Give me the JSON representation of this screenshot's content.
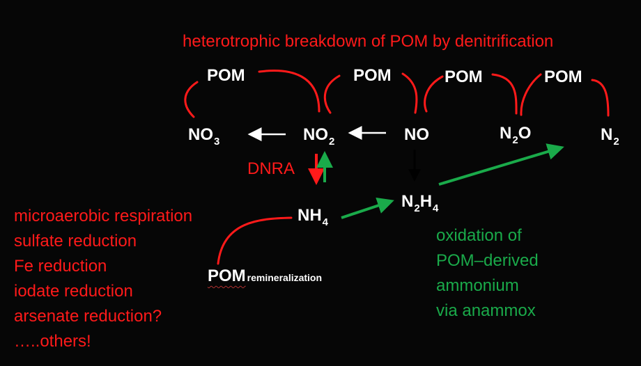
{
  "title": "heterotrophic breakdown of POM by denitrification",
  "pom": "POM",
  "nodes": {
    "no3": {
      "main": "NO",
      "sub": "3"
    },
    "no2": {
      "main": "NO",
      "sub": "2"
    },
    "no": {
      "main": "NO"
    },
    "n2o": {
      "pre": "N",
      "sub": "2",
      "post": "O"
    },
    "n2": {
      "main": "N",
      "sub": "2"
    },
    "nh4": {
      "main": "NH",
      "sub": "4"
    },
    "n2h4": {
      "pre": "N",
      "sub1": "2",
      "mid": "H",
      "sub2": "4"
    }
  },
  "dnra": "DNRA",
  "remineralization": "remineralization",
  "red_list": [
    "microaerobic respiration",
    "sulfate reduction",
    "Fe reduction",
    "iodate reduction",
    "arsenate reduction?",
    "…..others!"
  ],
  "green_lines": [
    "oxidation of",
    "POM–derived",
    "ammonium",
    "via anammox"
  ],
  "colors": {
    "background": "#060606",
    "red": "#ff1a1a",
    "green": "#1aaa4a",
    "white": "#ffffff"
  }
}
